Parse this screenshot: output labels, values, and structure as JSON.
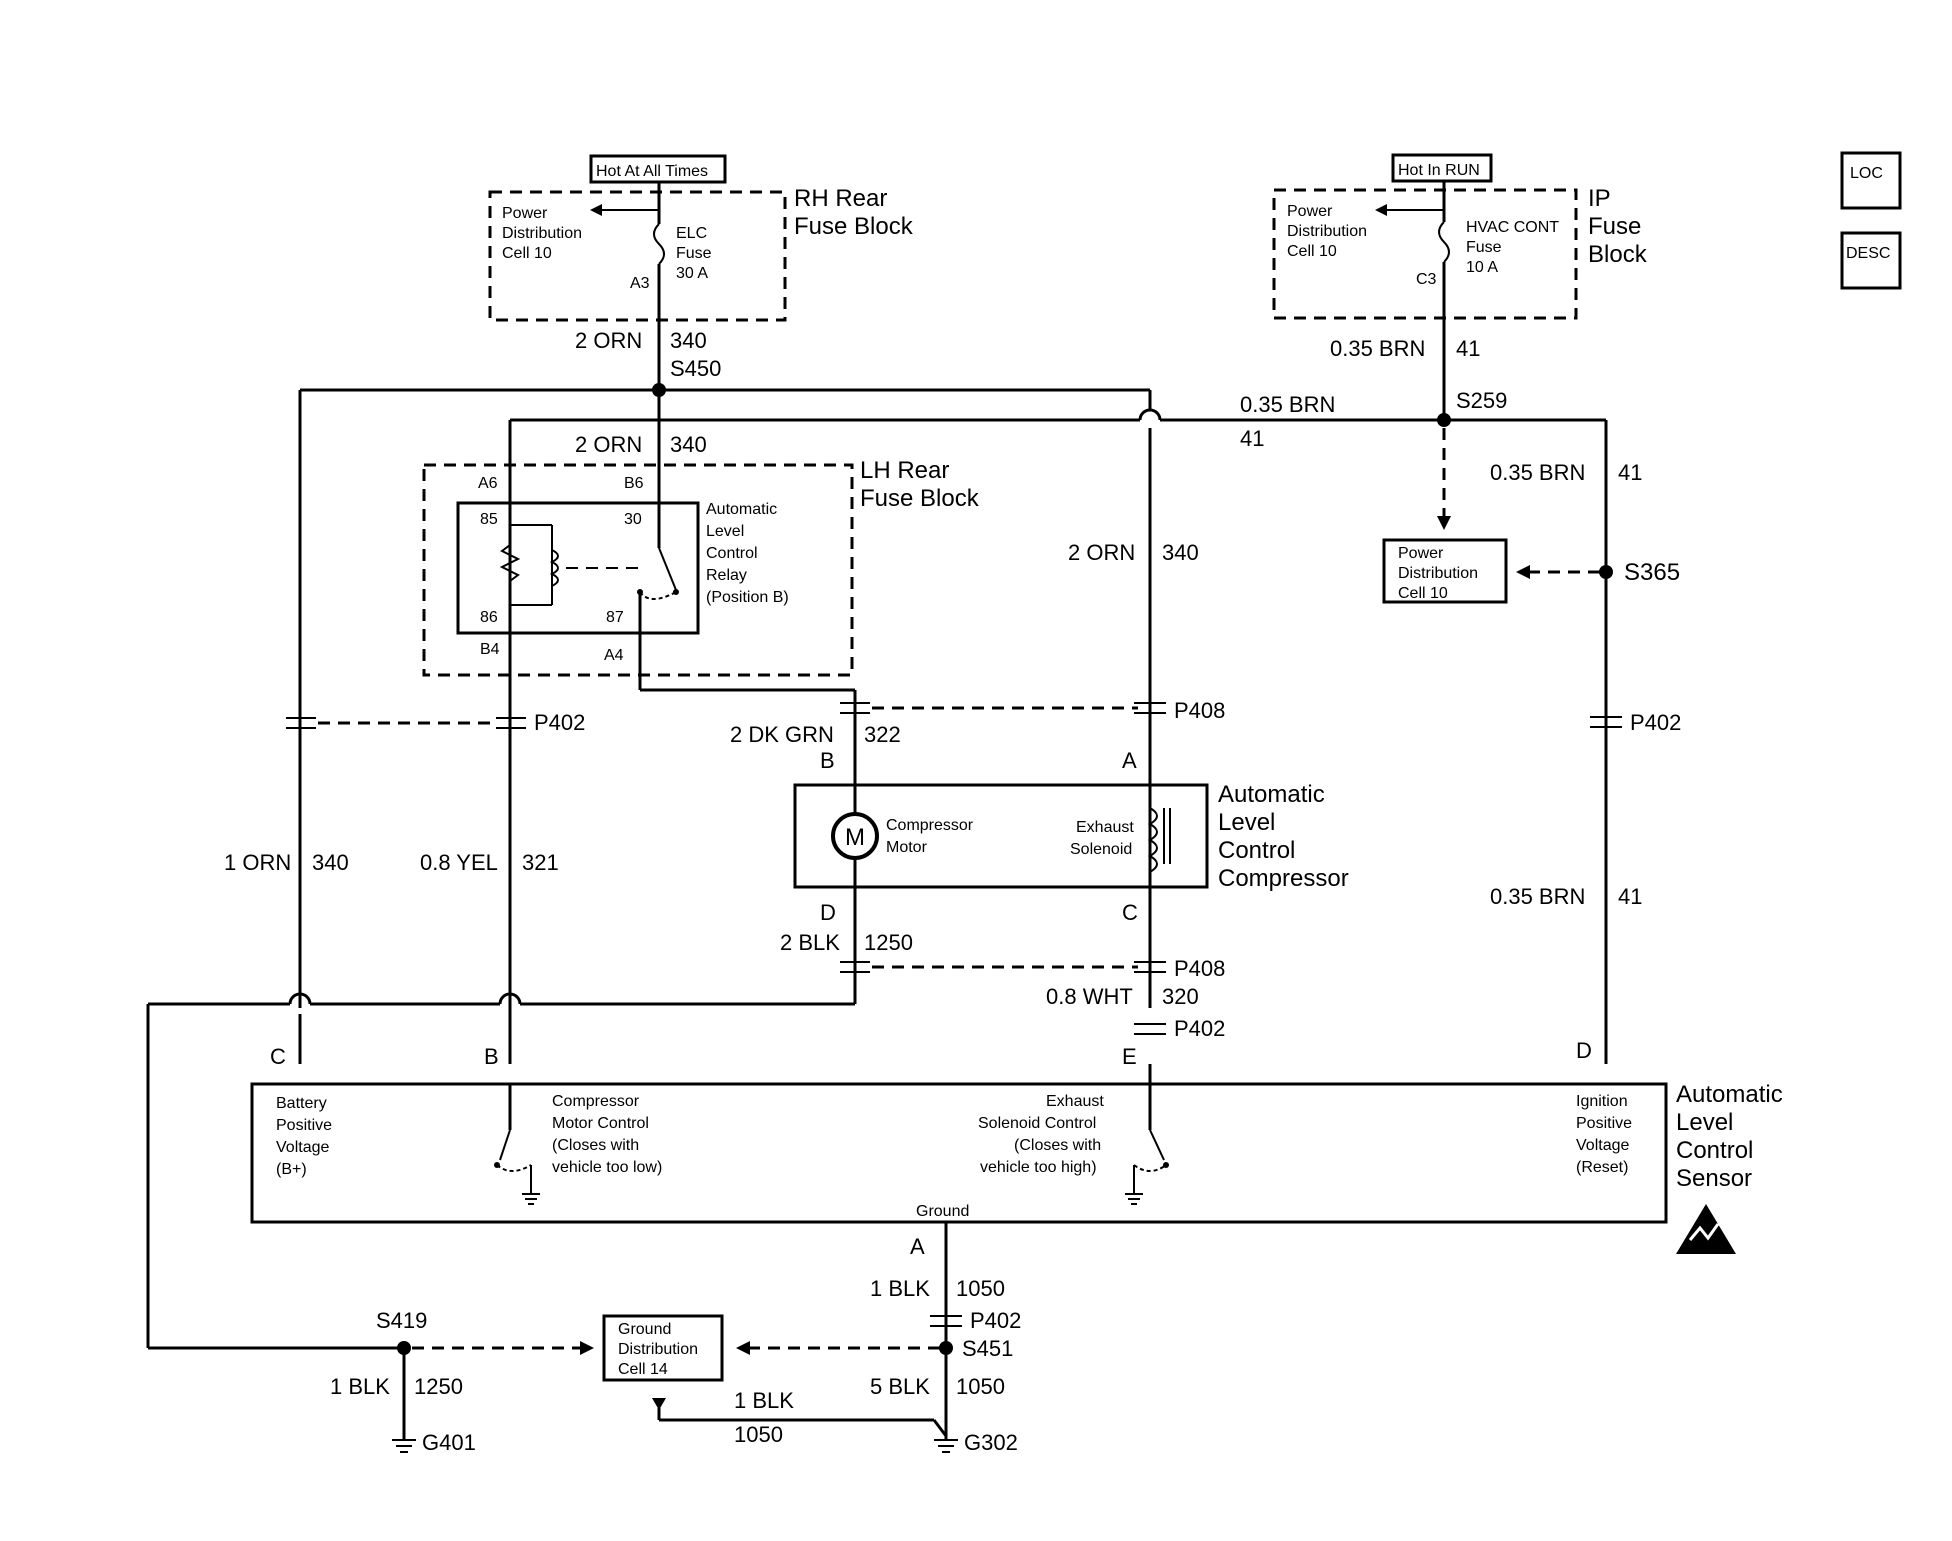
{
  "badges": {
    "loc": "LOC",
    "desc": "DESC"
  },
  "power": {
    "hot_at_all_times": "Hot At All Times",
    "hot_in_run": "Hot In RUN",
    "rh_fuse_block": [
      "RH Rear",
      "Fuse Block"
    ],
    "ip_fuse_block": [
      "IP",
      "Fuse",
      "Block"
    ],
    "pdc_left": [
      "Power",
      "Distribution",
      "Cell 10"
    ],
    "pdc_right": [
      "Power",
      "Distribution",
      "Cell 10"
    ],
    "elc_fuse": [
      "ELC",
      "Fuse",
      "30 A"
    ],
    "hvac_fuse": [
      "HVAC CONT",
      "Fuse",
      "10 A"
    ],
    "pin_a3": "A3",
    "pin_c3": "C3"
  },
  "wires": {
    "orn_2": "2 ORN",
    "c340": "340",
    "s450": "S450",
    "brn_035": "0.35 BRN",
    "c41": "41",
    "s259": "S259",
    "s365": "S365",
    "pdc_mid": [
      "Power",
      "Distribution",
      "Cell 10"
    ],
    "dkgrn": "2 DK GRN",
    "c322": "322",
    "orn_1": "1 ORN",
    "yel": "0.8 YEL",
    "c321": "321",
    "blk_2": "2 BLK",
    "c1250": "1250",
    "wht": "0.8 WHT",
    "c320": "320",
    "p402": "P402",
    "p408": "P408"
  },
  "lh_fuse": {
    "title": [
      "LH Rear",
      "Fuse Block"
    ],
    "relay": [
      "Automatic",
      "Level",
      "Control",
      "Relay",
      "(Position B)"
    ],
    "pins": {
      "a6": "A6",
      "b6": "B6",
      "b4": "B4",
      "a4": "A4",
      "p85": "85",
      "p30": "30",
      "p86": "86",
      "p87": "87"
    }
  },
  "compressor": {
    "title": [
      "Automatic",
      "Level",
      "Control",
      "Compressor"
    ],
    "motor": [
      "Compressor",
      "Motor"
    ],
    "m": "M",
    "solenoid": [
      "Exhaust",
      "Solenoid"
    ],
    "pins": {
      "a": "A",
      "b": "B",
      "c": "C",
      "d": "D"
    }
  },
  "sensor": {
    "title": [
      "Automatic",
      "Level",
      "Control",
      "Sensor"
    ],
    "bplus": [
      "Battery",
      "Positive",
      "Voltage",
      "(B+)"
    ],
    "motor_ctrl": [
      "Compressor",
      "Motor Control",
      "(Closes with",
      "vehicle too low)"
    ],
    "exhaust_ctrl": [
      "Exhaust",
      "Solenoid Control",
      "(Closes with",
      "vehicle too high)"
    ],
    "ignition": [
      "Ignition",
      "Positive",
      "Voltage",
      "(Reset)"
    ],
    "ground": "Ground",
    "pins": {
      "c": "C",
      "b": "B",
      "e": "E",
      "d": "D",
      "a": "A"
    }
  },
  "ground": {
    "blk_1": "1 BLK",
    "blk_5": "5 BLK",
    "c1050": "1050",
    "c1250": "1250",
    "s419": "S419",
    "s451": "S451",
    "g401": "G401",
    "g302": "G302",
    "gdc": [
      "Ground",
      "Distribution",
      "Cell 14"
    ]
  }
}
